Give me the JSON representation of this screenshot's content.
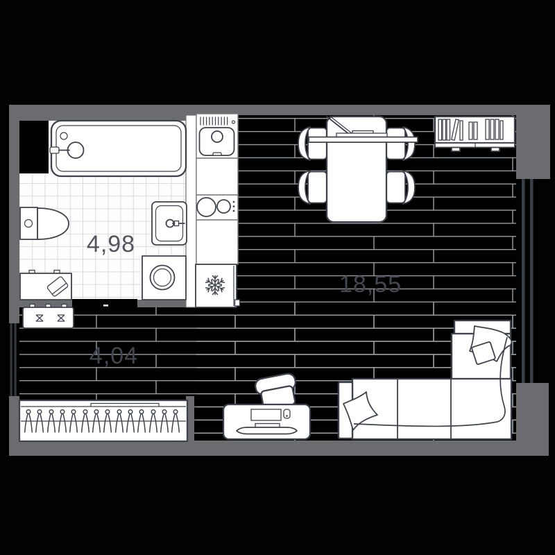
{
  "plan": {
    "type": "apartment-floor-plan",
    "rooms": [
      {
        "name": "bathroom",
        "area_label": "4,98"
      },
      {
        "name": "living-kitchen",
        "area_label": "18,55"
      },
      {
        "name": "hallway",
        "area_label": "4,04"
      }
    ],
    "furniture": [
      "bathtub",
      "toilet",
      "washbasin",
      "washing-machine",
      "bathroom-shelf",
      "kitchen-sink",
      "cooktop",
      "refrigerator",
      "dining-table",
      "dining-chairs",
      "laptop",
      "bookshelf",
      "corner-sofa",
      "pillows",
      "armchair",
      "tv-stand",
      "tv",
      "entrance-bench",
      "wardrobe-with-hangers",
      "entrance-door",
      "window"
    ],
    "colors": {
      "background": "#020203",
      "wall": "#6a6c6f",
      "floor": "#000000",
      "plank_line": "#9aa0a4",
      "tile_line": "#d9dbdc",
      "fixture_outline": "#3e424a",
      "fixture_fill": "#ffffff",
      "label_dark_floor": "#42464e",
      "label_bathroom": "#53565c"
    }
  }
}
